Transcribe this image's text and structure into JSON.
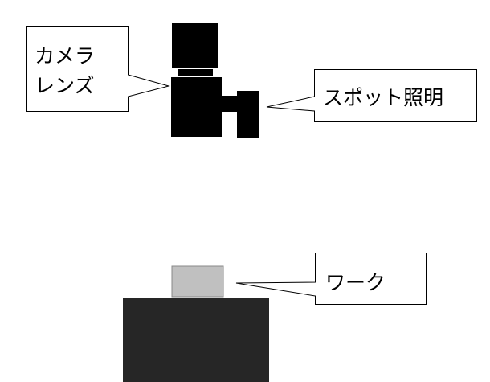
{
  "labels": {
    "camera_line1": "カメラ",
    "camera_line2": "レンズ",
    "spot_light": "スポット照明",
    "work": "ワーク"
  },
  "colors": {
    "camera": "#000000",
    "work": "#c0c0c0",
    "stage": "#262626",
    "callout_border": "#000000"
  }
}
